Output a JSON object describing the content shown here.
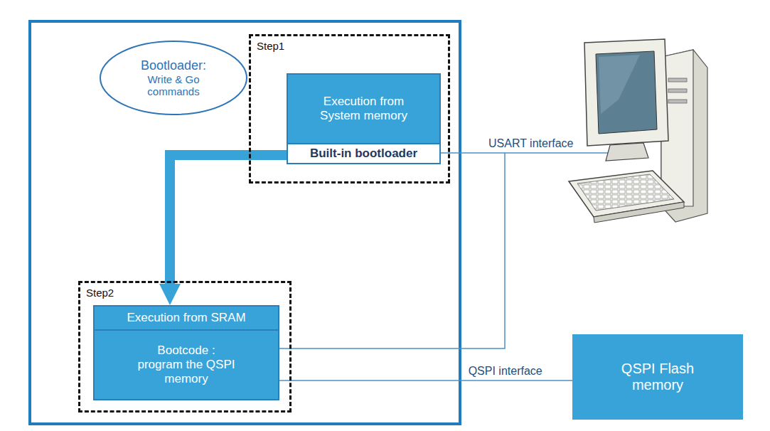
{
  "diagram": {
    "nodes": [
      {
        "text": [
          "Step1"
        ]
      },
      {
        "text": [
          "Execution from System memory",
          "Built-in bootloader"
        ],
        "in": 0
      },
      {
        "text": [
          "Bootloader:",
          "Write & Go commands"
        ]
      },
      {
        "text": [
          "Step2"
        ]
      },
      {
        "text": [
          "Execution from SRAM",
          "Bootcode : program the QSPI memory"
        ],
        "in": 3
      },
      {
        "text": [
          "QSPI Flash memory"
        ]
      }
    ],
    "edges": [
      {
        "from": 1,
        "to": 4,
        "arrow": "to"
      },
      {
        "from": 4,
        "to": 5,
        "label": "QSPI interface",
        "arrow": "none"
      }
    ],
    "labels": [
      "USART interface"
    ]
  }
}
